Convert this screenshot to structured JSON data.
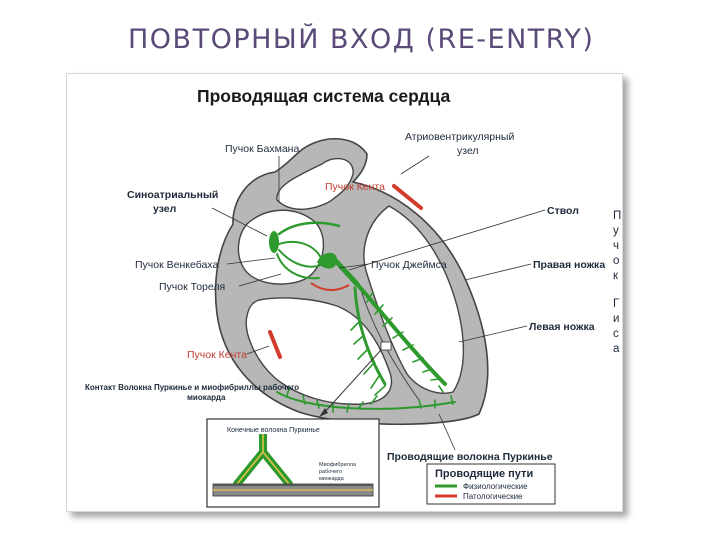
{
  "slide": {
    "title": "ПОВТОРНЫЙ ВХОД (RE-ENTRY)"
  },
  "diagram": {
    "title": "Проводящая система сердца",
    "labels": {
      "bachmann": "Пучок Бахмана",
      "av_node_1": "Атриовентрикулярный",
      "av_node_2": "узел",
      "sa_node_1": "Синоатриальный",
      "sa_node_2": "узел",
      "kent_top": "Пучок Кента",
      "stem": "Ствол",
      "wenckebach": "Пучок Венкебаха",
      "james": "Пучок Джеймса",
      "right_leg": "Правая ножка",
      "thorel": "Пучок Тореля",
      "left_leg": "Левая ножка",
      "kent_bottom": "Пучок Кента",
      "contact_1": "Контакт Волокна Пуркинье и миофибриллы рабочего",
      "contact_2": "миокарда",
      "purkinje": "Проводящие волокна Пуркинье",
      "inset_endings": "Конечные волокна Пуркинье",
      "inset_note_1": "Миофибрилла",
      "inset_note_2": "рабочего",
      "inset_note_3": "миокарда"
    },
    "his_bundle_vertical": [
      "П",
      "у",
      "ч",
      "о",
      "к",
      "",
      "Г",
      "и",
      "с",
      "а"
    ],
    "legend": {
      "title": "Проводящие пути",
      "items": [
        {
          "label": "Физиологические",
          "color": "#2e9a2e"
        },
        {
          "label": "Патологические",
          "color": "#d23a2a"
        }
      ]
    },
    "colors": {
      "conduction": "#2e9a2e",
      "pathological": "#d23a2a",
      "wall": "#b7b7b7",
      "wall_outline": "#444444"
    }
  }
}
